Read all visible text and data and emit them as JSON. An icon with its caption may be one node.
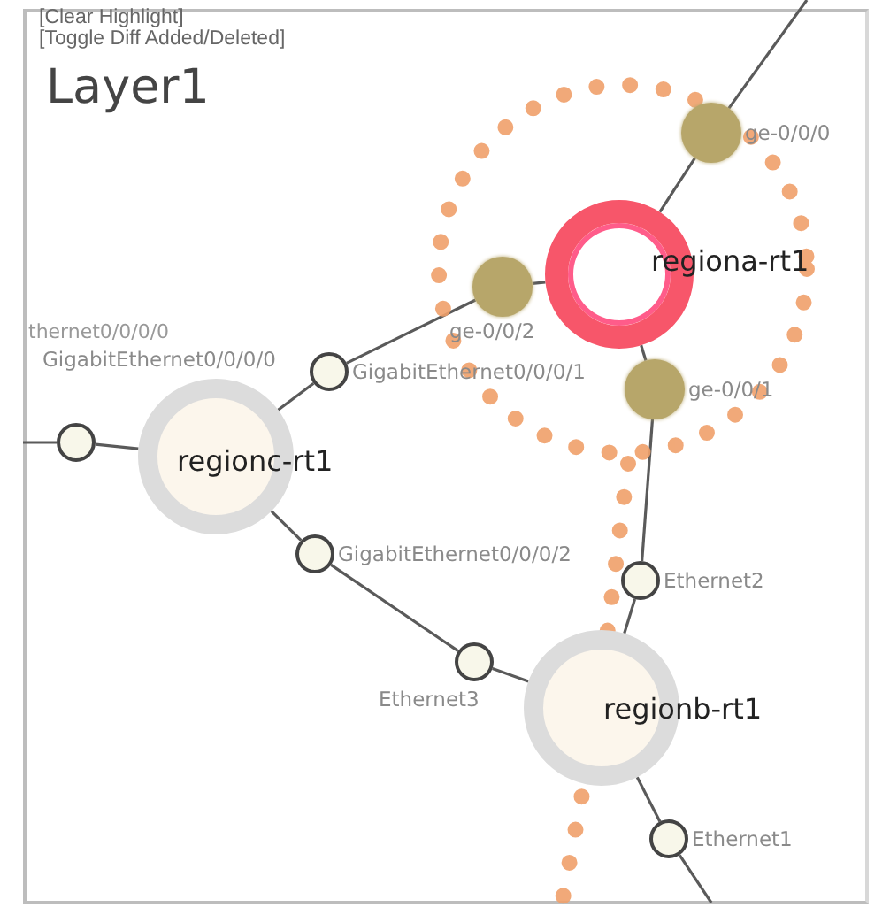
{
  "diagram": {
    "title": "Layer1",
    "nodes": [
      {
        "text": [
          "regiona-rt1"
        ]
      },
      {
        "text": [
          "ge-0/0/0"
        ]
      },
      {
        "text": [
          "ge-0/0/2"
        ]
      },
      {
        "text": [
          "ge-0/0/1"
        ]
      },
      {
        "text": [
          "GigabitEthernet0/0/0/1"
        ]
      },
      {
        "text": [
          "GigabitEthernet0/0/0/0"
        ]
      },
      {
        "text": [
          "regionc-rt1"
        ]
      },
      {
        "text": [
          "GigabitEthernet0/0/0/2"
        ]
      },
      {
        "text": [
          "Ethernet2"
        ]
      },
      {
        "text": [
          "Ethernet3"
        ]
      },
      {
        "text": [
          "regionb-rt1"
        ]
      },
      {
        "text": [
          "Ethernet1"
        ]
      }
    ],
    "edges": [
      {
        "from": 0,
        "to": 1,
        "arrow": "none"
      },
      {
        "from": 0,
        "to": 2,
        "arrow": "none"
      },
      {
        "from": 0,
        "to": 3,
        "arrow": "none"
      },
      {
        "from": 6,
        "to": 4,
        "arrow": "none"
      },
      {
        "from": 6,
        "to": 5,
        "arrow": "none"
      },
      {
        "from": 6,
        "to": 7,
        "arrow": "none"
      },
      {
        "from": 10,
        "to": 8,
        "arrow": "none"
      },
      {
        "from": 10,
        "to": 9,
        "arrow": "none"
      },
      {
        "from": 10,
        "to": 11,
        "arrow": "none"
      },
      {
        "from": 2,
        "to": 4,
        "arrow": "none"
      },
      {
        "from": 3,
        "to": 8,
        "arrow": "none"
      },
      {
        "from": 7,
        "to": 9,
        "arrow": "none"
      },
      {
        "from": 1,
        "to": null,
        "arrow": "none"
      },
      {
        "from": 5,
        "to": null,
        "arrow": "none"
      },
      {
        "from": 11,
        "to": null,
        "arrow": "none"
      }
    ],
    "labels": [
      "[Clear Highlight]",
      "[Toggle Diff Added/Deleted]",
      "thernet0/0/0/0"
    ]
  }
}
